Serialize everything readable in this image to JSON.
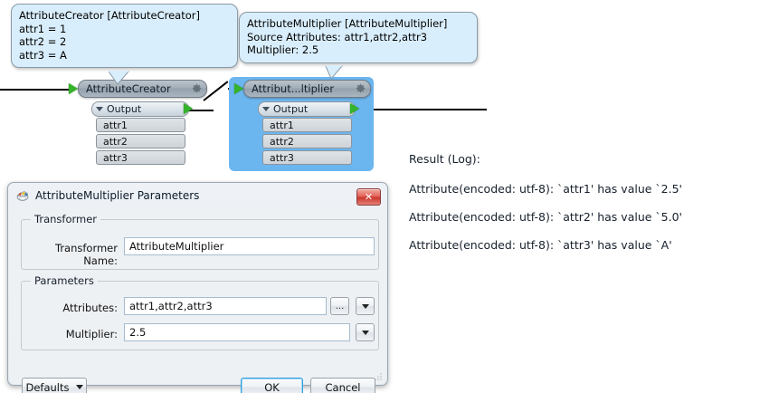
{
  "callouts": [
    {
      "name": "attribute-creator-callout",
      "lines": [
        "AttributeCreator [AttributeCreator]",
        "attr1 = 1",
        "attr2 = 2",
        "attr3 = A"
      ]
    },
    {
      "name": "attribute-multiplier-callout",
      "lines": [
        "AttributeMultiplier [AttributeMultiplier]",
        "Source Attributes: attr1,attr2,attr3",
        "Multiplier: 2.5"
      ]
    }
  ],
  "nodes": [
    {
      "name": "attribute-creator-node",
      "title": "AttributeCreator",
      "output_label": "Output",
      "attributes": [
        "attr1",
        "attr2",
        "attr3"
      ],
      "selected": false
    },
    {
      "name": "attribute-multiplier-node",
      "title": "Attribut...ltiplier",
      "output_label": "Output",
      "attributes": [
        "attr1",
        "attr2",
        "attr3"
      ],
      "selected": true
    }
  ],
  "log": {
    "title": "Result (Log):",
    "lines": [
      "Attribute(encoded: utf-8): `attr1' has value `2.5'",
      "Attribute(encoded: utf-8): `attr2' has value `5.0'",
      "Attribute(encoded: utf-8): `attr3' has value `A'"
    ]
  },
  "dialog": {
    "title": "AttributeMultiplier Parameters",
    "close_label": "✕",
    "transformer_group_label": "Transformer",
    "transformer_name_label": "Transformer Name:",
    "transformer_name_value": "AttributeMultiplier",
    "parameters_group_label": "Parameters",
    "attributes_label": "Attributes:",
    "attributes_value": "attr1,attr2,attr3",
    "browse_label": "...",
    "multiplier_label": "Multiplier:",
    "multiplier_value": "2.5",
    "defaults_label": "Defaults",
    "ok_label": "OK",
    "cancel_label": "Cancel"
  },
  "colors": {
    "selection_blue": "#6cb6f0",
    "callout_blue": "#d9eefc",
    "port_green": "#35b32a",
    "focus_blue": "#2f9fe0",
    "close_red": "#c9382d"
  }
}
